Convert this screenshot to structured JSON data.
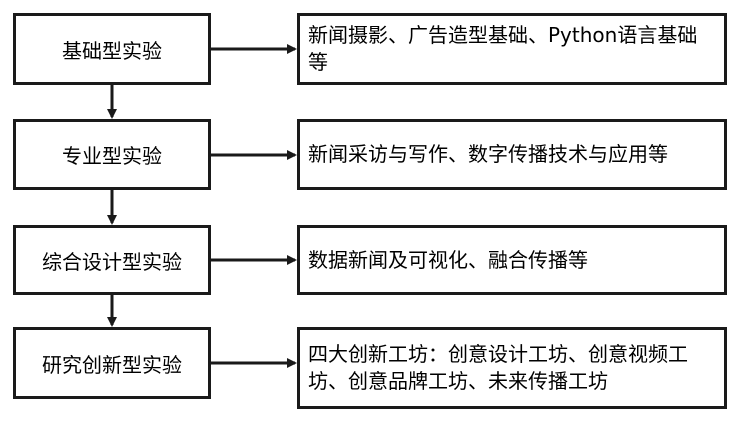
{
  "stages": [
    {
      "label": "基础型实验",
      "detail": "新闻摄影、广告造型基础、Python语言基础等"
    },
    {
      "label": "专业型实验",
      "detail": "新闻采访与写作、数字传播技术与应用等"
    },
    {
      "label": "综合设计型实验",
      "detail": "数据新闻及可视化、融合传播等"
    },
    {
      "label": "研究创新型实验",
      "detail": "四大创新工坊：创意设计工坊、创意视频工坊、创意品牌工坊、未来传播工坊"
    }
  ],
  "colors": {
    "border": "#1a1a1a",
    "arrow": "#1a1a1a",
    "background": "#ffffff"
  }
}
